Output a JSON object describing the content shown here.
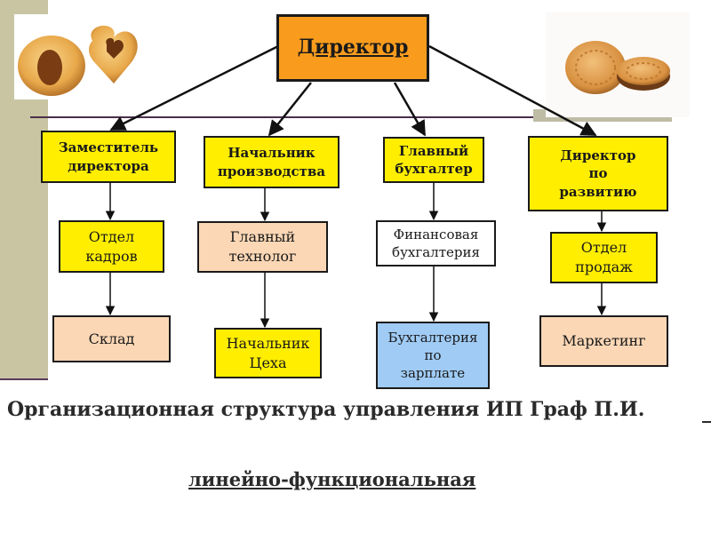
{
  "director": "Директор",
  "columns": [
    {
      "head": "Заместитель\nдиректора",
      "mid": "Отдел\nкадров",
      "bottom": "Склад"
    },
    {
      "head": "Начальник\nпроизводства",
      "mid": "Главный\nтехнолог",
      "bottom": "Начальник\nЦеха"
    },
    {
      "head": "Главный\nбухгалтер",
      "mid": "Финансовая\nбухгалтерия",
      "bottom": "Бухгалтерия\nпо\nзарплате"
    },
    {
      "head": "Директор\nпо\nразвитию",
      "mid": "Отдел\nпродаж",
      "bottom": "Маркетинг"
    }
  ],
  "caption": "Организационная структура управления ИП Граф П.И.",
  "subcaption": "линейно-функциональная",
  "colors": {
    "director": "#f99c1d",
    "yellow": "#ffee00",
    "peach": "#fbd7b5",
    "blue": "#9fcbf5"
  }
}
